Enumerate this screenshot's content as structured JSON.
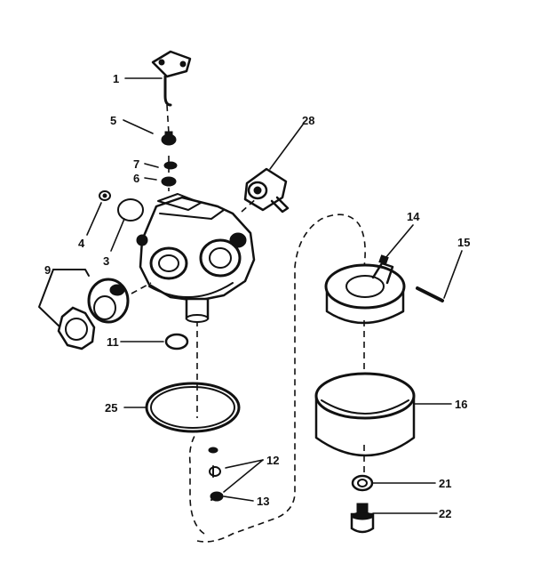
{
  "diagram": {
    "callouts": {
      "p1": "1",
      "p3": "3",
      "p4": "4",
      "p5": "5",
      "p6": "6",
      "p7": "7",
      "p9": "9",
      "p11": "11",
      "p12": "12",
      "p13": "13",
      "p14": "14",
      "p15": "15",
      "p16": "16",
      "p21": "21",
      "p22": "22",
      "p25": "25",
      "p28": "28"
    }
  }
}
